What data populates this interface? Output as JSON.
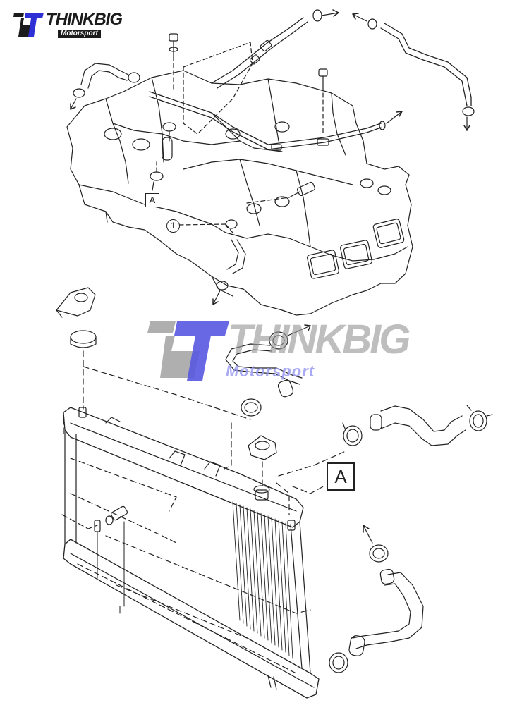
{
  "logo": {
    "mark_text": "bT",
    "brand": "THINKBIG",
    "sub": "Motorsport",
    "colors": {
      "dark": "#1c1c1c",
      "blue": "#2f2fd6"
    }
  },
  "watermark": {
    "brand": "THINKBIG",
    "sub": "Motorsport",
    "colors": {
      "gray": "#8a8a8a",
      "blue": "#3b3bdc",
      "sub": "#9b9cf0"
    }
  },
  "callouts": {
    "a_small": "A",
    "a_large": "A",
    "one": "1"
  }
}
